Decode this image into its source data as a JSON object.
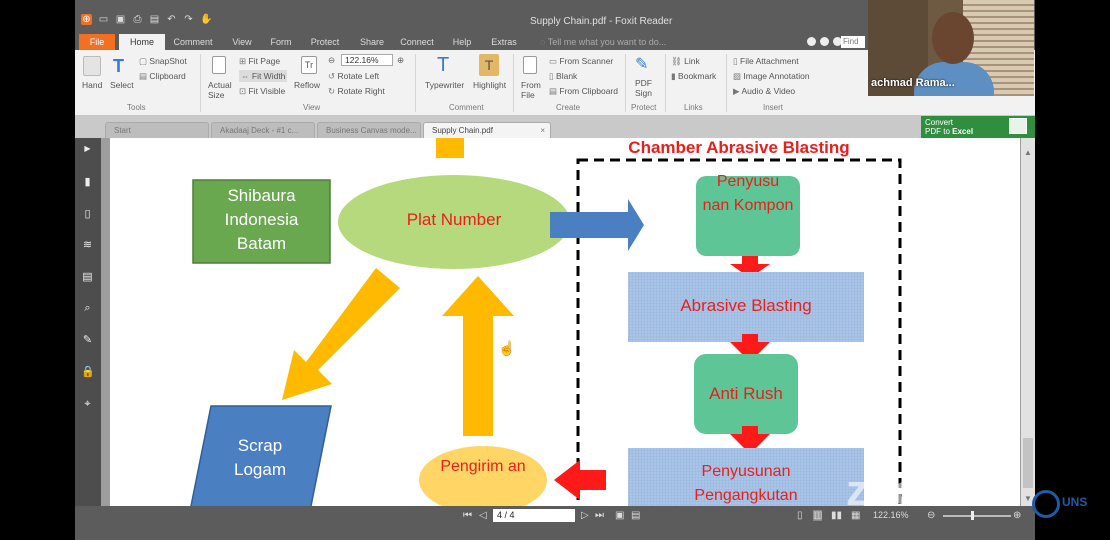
{
  "titlebar": {
    "title": "Supply Chain.pdf - Foxit Reader"
  },
  "ribbon_tabs": [
    "File",
    "Home",
    "Comment",
    "View",
    "Form",
    "Protect",
    "Share",
    "Connect",
    "Help",
    "Extras"
  ],
  "tell_me": "Tell me what you want to do...",
  "find": "Find",
  "ribbon": {
    "hand": "Hand",
    "select": "Select",
    "snapshot": "SnapShot",
    "clipboard": "Clipboard",
    "actual_size": "Actual\nSize",
    "fit_page": "Fit Page",
    "fit_width": "Fit Width",
    "fit_visible": "Fit Visible",
    "reflow": "Reflow",
    "zoom_value": "122.16%",
    "rotate_left": "Rotate Left",
    "rotate_right": "Rotate Right",
    "typewriter": "Typewriter",
    "highlight": "Highlight",
    "from_file": "From\nFile",
    "from_scanner": "From Scanner",
    "blank": "Blank",
    "from_clipboard": "From Clipboard",
    "pdf_sign": "PDF\nSign",
    "link": "Link",
    "bookmark": "Bookmark",
    "file_attachment": "File Attachment",
    "image_annotation": "Image Annotation",
    "audio_video": "Audio & Video",
    "groups": {
      "tools": "Tools",
      "view": "View",
      "comment": "Comment",
      "create": "Create",
      "protect": "Protect",
      "links": "Links",
      "insert": "Insert"
    }
  },
  "doc_tabs": [
    "Start",
    "Akadaaj Deck - #1 c...",
    "Business Canvas mode...",
    "Supply Chain.pdf"
  ],
  "convert": {
    "line1": "Convert",
    "line2": "PDF to",
    "line3": "Excel"
  },
  "diagram": {
    "chamber_title": "Chamber Abrasive Blasting",
    "shibaura": "Shibaura Indonesia Batam",
    "plat_number": "Plat Number",
    "scrap": "Scrap Logam",
    "pengiriman": "Pengirim an",
    "step1": "Penyusu nan Kompon",
    "step2": "Abrasive Blasting",
    "step3": "Anti Rush",
    "step4": "Penyusunan Pengangkutan"
  },
  "statusbar": {
    "page": "4 / 4",
    "zoom": "122.16%"
  },
  "video": {
    "name": "achmad Rama..."
  },
  "watermark": {
    "zoom": "zoom",
    "uns": "UNS"
  },
  "colors": {
    "foxit_orange": "#f36f21",
    "arrow_yellow": "#ffba00",
    "arrow_red": "#ff1a1a",
    "arrow_blue": "#4a7fc1",
    "green_box": "#6aa84f"
  }
}
